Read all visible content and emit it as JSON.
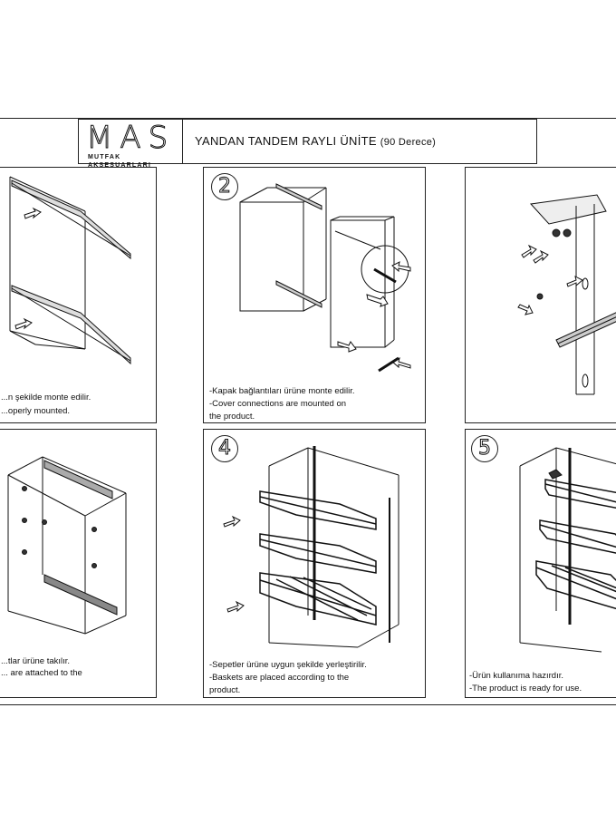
{
  "header": {
    "brand": "MAS",
    "brand_sub": "MUTFAK AKSESUARLARI",
    "title_main": "YANDAN TANDEM RAYLI ÜNİTE",
    "title_paren": "(90 Derece)"
  },
  "steps": [
    {
      "number": "",
      "caption_lines": [
        "...n şekilde monte edilir.",
        "...operly mounted."
      ]
    },
    {
      "number": "2",
      "caption_lines": [
        "-Kapak bağlantıları ürüne monte edilir.",
        "-Cover connections are mounted on",
        "the product."
      ]
    },
    {
      "number": "",
      "caption_lines": []
    },
    {
      "number": "",
      "caption_lines": [
        "...tlar ürüne takılır.",
        "... are attached to the"
      ]
    },
    {
      "number": "4",
      "caption_lines": [
        "-Sepetler ürüne uygun şekilde yerleştirilir.",
        "-Baskets are placed according to the",
        "product."
      ]
    },
    {
      "number": "5",
      "caption_lines": [
        "-Ürün kullanıma hazırdır.",
        "-The product is ready for use."
      ]
    }
  ]
}
